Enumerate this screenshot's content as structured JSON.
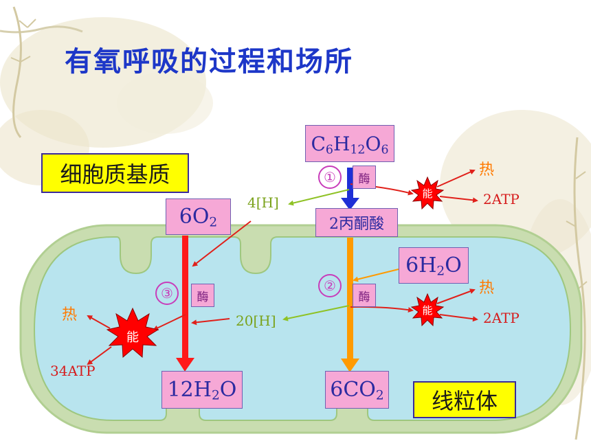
{
  "title": "有氧呼吸的过程和场所",
  "labels": {
    "cytoplasm": "细胞质基质",
    "mitochondria": "线粒体",
    "glucose": "C6H12O6",
    "pyruvate": "2丙酮酸",
    "oxygen": "6O2",
    "water_in": "6H2O",
    "water_out": "12H2O",
    "co2": "6CO2",
    "enzyme": "酶",
    "step1": "①",
    "step2": "②",
    "step3": "③",
    "h1": "4[H]",
    "h2": "20[H]",
    "heat": "热",
    "energy": "能",
    "atp1": "2ATP",
    "atp2": "2ATP",
    "atp3": "34ATP"
  },
  "colors": {
    "title": "#1d37c8",
    "cell_fill": "#b8e4ee",
    "cell_border": "#a9c98a",
    "glucose_arrow": "#1e2fd6",
    "stage2_arrow": "#ff9a00",
    "stage3_arrow": "#ff1a1a",
    "hydrogen_arrow": "#9acd32",
    "energy_star": "#ff0000"
  }
}
